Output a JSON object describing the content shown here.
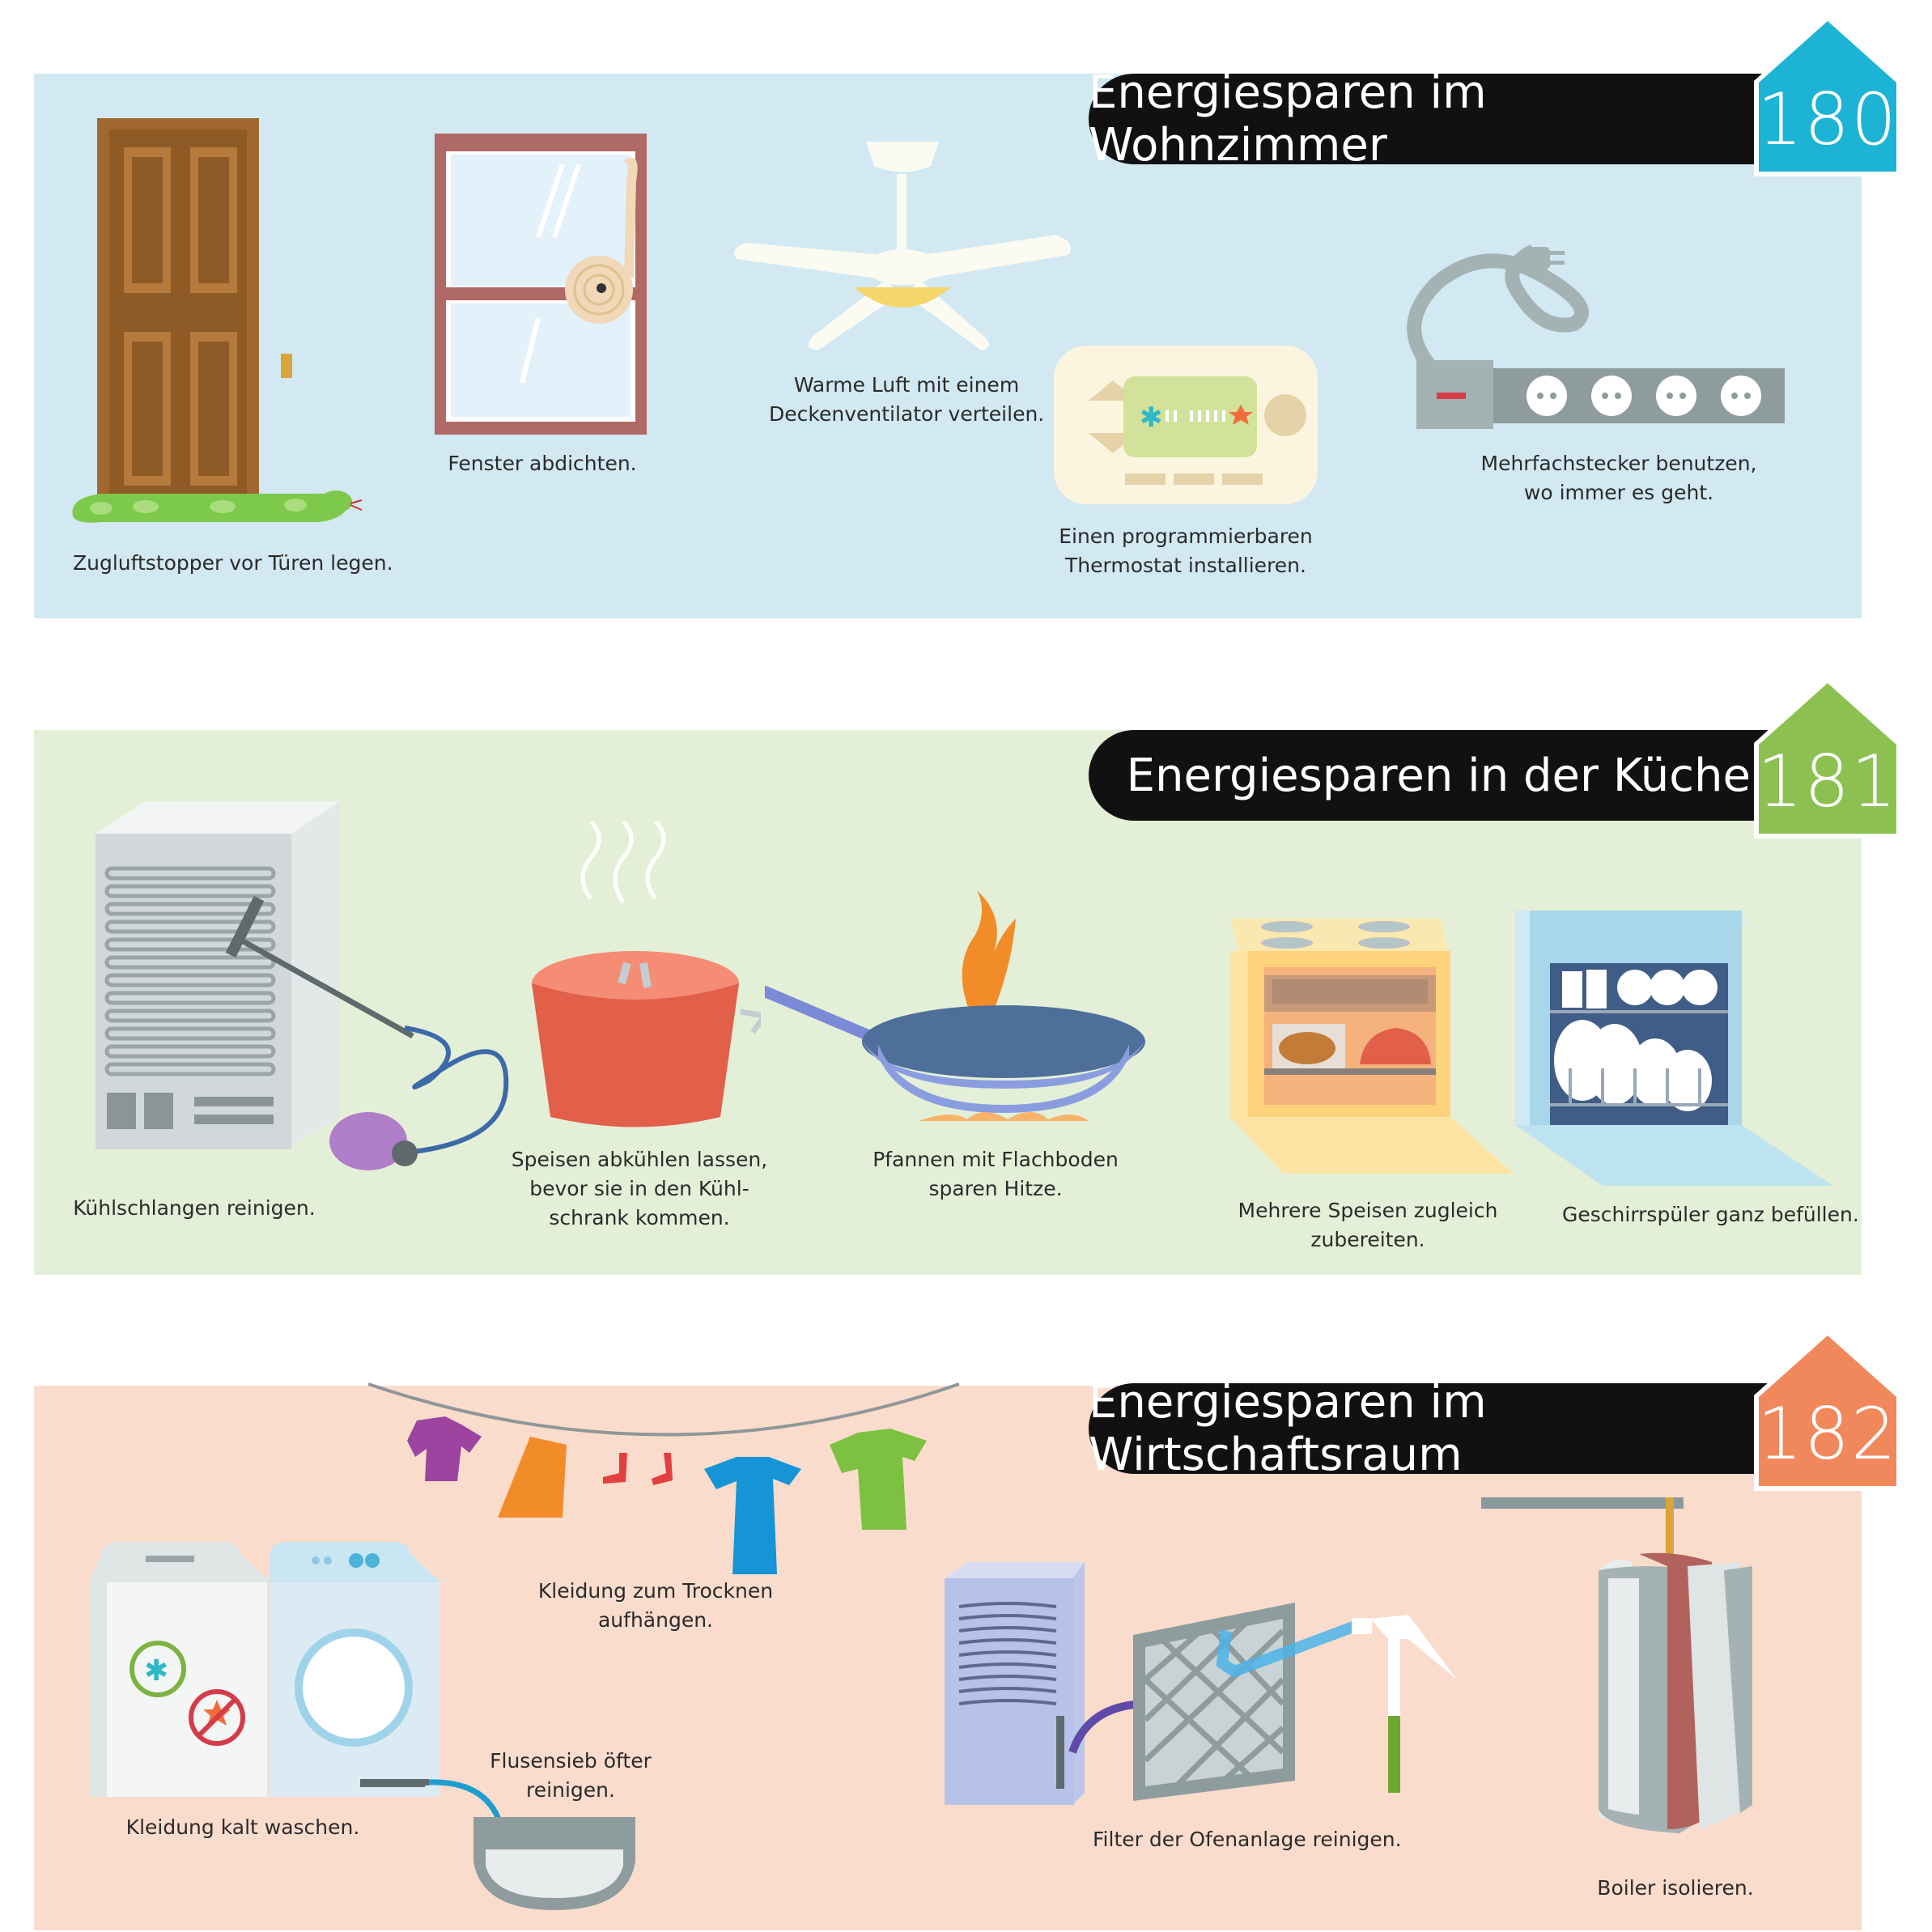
{
  "sections": [
    {
      "title": "Energiesparen im Wohnzimmer",
      "number": "180",
      "color": "#1db3d4",
      "tips": [
        "Zugluftstopper vor Türen legen.",
        "Fenster abdichten.",
        "Warme Luft mit einem\nDeckenventilator verteilen.",
        "Einen programmierbaren\nThermostat installieren.",
        "Mehrfachstecker benutzen,\nwo immer es geht."
      ]
    },
    {
      "title": "Energiesparen in der Küche",
      "number": "181",
      "color": "#8cc152",
      "tips": [
        "Kühlschlangen reinigen.",
        "Speisen abkühlen lassen,\nbevor sie in den Kühl-\nschrank kommen.",
        "Pfannen mit Flachboden\nsparen Hitze.",
        "Mehrere Speisen zugleich\nzubereiten.",
        "Geschirrspüler ganz befüllen."
      ]
    },
    {
      "title": "Energiesparen im Wirtschaftsraum",
      "number": "182",
      "color": "#f0885c",
      "tips": [
        "Kleidung zum Trocknen\naufhängen.",
        "Kleidung kalt waschen.",
        "Flusensieb öfter\nreinigen.",
        "Filter der Ofenanlage reinigen.",
        "Boiler isolieren."
      ]
    }
  ],
  "icons": {
    "door": "door-icon",
    "window": "window-icon",
    "fan": "ceiling-fan-icon",
    "thermostat": "thermostat-icon",
    "power_strip": "power-strip-icon",
    "fridge": "fridge-coils-icon",
    "pot": "cooling-pot-icon",
    "pan": "flat-pan-icon",
    "oven": "oven-icon",
    "dishwasher": "dishwasher-icon",
    "clothesline": "clothesline-icon",
    "washer": "washer-dryer-icon",
    "lint": "lint-filter-icon",
    "furnace": "furnace-filter-icon",
    "boiler": "boiler-icon"
  }
}
